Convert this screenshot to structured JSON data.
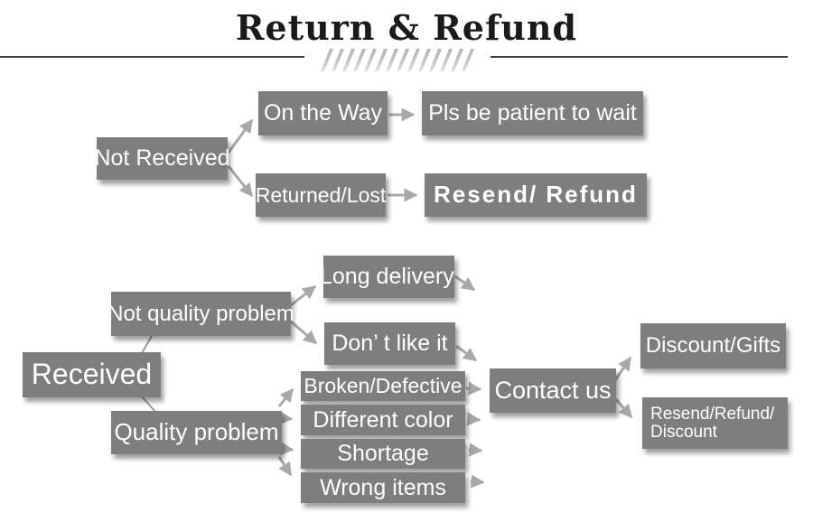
{
  "header": {
    "title": "Return & Refund"
  },
  "palette": {
    "box_gray": "#7e7e7e",
    "node_text": "#ffffff",
    "arrow_gray": "#a8a8a8",
    "connector_gray": "#9b9b9b",
    "title_black": "#1a1a1a",
    "rule_gray": "#3f3f3f",
    "hatch_gray": "#c3c3c3",
    "background": "#ffffff"
  },
  "flowchart": {
    "nodes": {
      "not_received": "Not Received",
      "on_the_way": "On the Way",
      "pls_be_patient": "Pls be patient to wait",
      "returned_lost": "Returned/Lost",
      "resend_refund": "Resend/ Refund",
      "received": "Received",
      "not_quality_problem": "Not quality problem",
      "long_delivery": "Long delivery",
      "dont_like_it": "Don’ t like it",
      "quality_problem": "Quality problem",
      "broken_defective": "Broken/Defective",
      "different_color": "Different color",
      "shortage": "Shortage",
      "wrong_items": "Wrong items",
      "contact_us": "Contact us",
      "discount_gifts": "Discount/Gifts",
      "resend_refund_discount": {
        "line1": "Resend/Refund/",
        "line2": "Discount"
      }
    },
    "edges": [
      {
        "from": "not_received",
        "to": "on_the_way"
      },
      {
        "from": "not_received",
        "to": "returned_lost"
      },
      {
        "from": "on_the_way",
        "to": "pls_be_patient"
      },
      {
        "from": "returned_lost",
        "to": "resend_refund"
      },
      {
        "from": "received",
        "to": "not_quality_problem"
      },
      {
        "from": "received",
        "to": "quality_problem"
      },
      {
        "from": "not_quality_problem",
        "to": "long_delivery"
      },
      {
        "from": "not_quality_problem",
        "to": "dont_like_it"
      },
      {
        "from": "long_delivery",
        "to": "contact_us"
      },
      {
        "from": "dont_like_it",
        "to": "contact_us"
      },
      {
        "from": "quality_problem",
        "to": "broken_defective"
      },
      {
        "from": "quality_problem",
        "to": "different_color"
      },
      {
        "from": "quality_problem",
        "to": "shortage"
      },
      {
        "from": "quality_problem",
        "to": "wrong_items"
      },
      {
        "from": "broken_defective",
        "to": "contact_us"
      },
      {
        "from": "different_color",
        "to": "contact_us"
      },
      {
        "from": "shortage",
        "to": "contact_us"
      },
      {
        "from": "wrong_items",
        "to": "contact_us"
      },
      {
        "from": "contact_us",
        "to": "discount_gifts"
      },
      {
        "from": "contact_us",
        "to": "resend_refund_discount"
      }
    ]
  }
}
